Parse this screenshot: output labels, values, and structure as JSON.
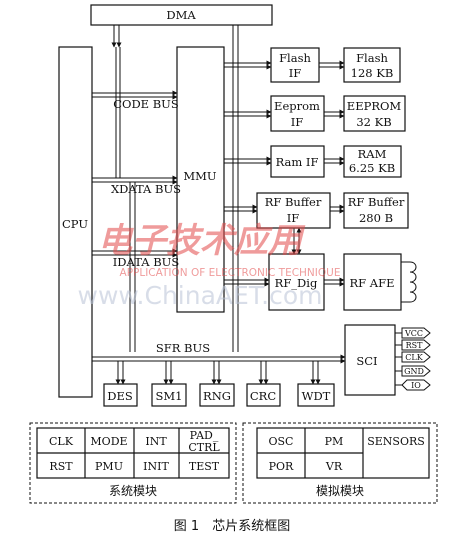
{
  "blocks": {
    "dma": "DMA",
    "cpu": "CPU",
    "mmu": "MMU",
    "flash_if": [
      "Flash",
      "IF"
    ],
    "flash_mem": [
      "Flash",
      "128 KB"
    ],
    "eeprom_if": [
      "Eeprom",
      "IF"
    ],
    "eeprom_mem": [
      "EEPROM",
      "32 KB"
    ],
    "ram_if": "Ram IF",
    "ram_mem": [
      "RAM",
      "6.25 KB"
    ],
    "rfbuf_if": [
      "RF Buffer",
      "IF"
    ],
    "rfbuf_mem": [
      "RF Buffer",
      "280 B"
    ],
    "rf_dig": "RF_Dig",
    "rf_afe": "RF AFE",
    "sci": "SCI",
    "peripherals": [
      "DES",
      "SM1",
      "RNG",
      "CRC",
      "WDT"
    ]
  },
  "buses": {
    "code": "CODE BUS",
    "xdata": "XDATA BUS",
    "idata": "IDATA BUS",
    "sfr": "SFR BUS"
  },
  "sci_pins": [
    "VCC",
    "RST",
    "CLK",
    "GND",
    "IO"
  ],
  "system_module": {
    "title": "系统模块",
    "row1": [
      "CLK",
      "MODE",
      "INT",
      "PAD_",
      "CTRL"
    ],
    "row2": [
      "RST",
      "PMU",
      "INIT",
      "TEST"
    ]
  },
  "analog_module": {
    "title": "模拟模块",
    "row1": [
      "OSC",
      "PM",
      "SENSORS"
    ],
    "row2": [
      "POR",
      "VR"
    ]
  },
  "caption": "图 1　芯片系统框图",
  "watermark": {
    "line1": "电子技术应用",
    "line2": "APPLICATION OF ELECTRONIC TECHNIQUE",
    "line3": "www.ChinaAET.com"
  },
  "colors": {
    "ink": "#111111",
    "watermark": "#e34b4b",
    "watermark_site": "#b9c3d6"
  }
}
